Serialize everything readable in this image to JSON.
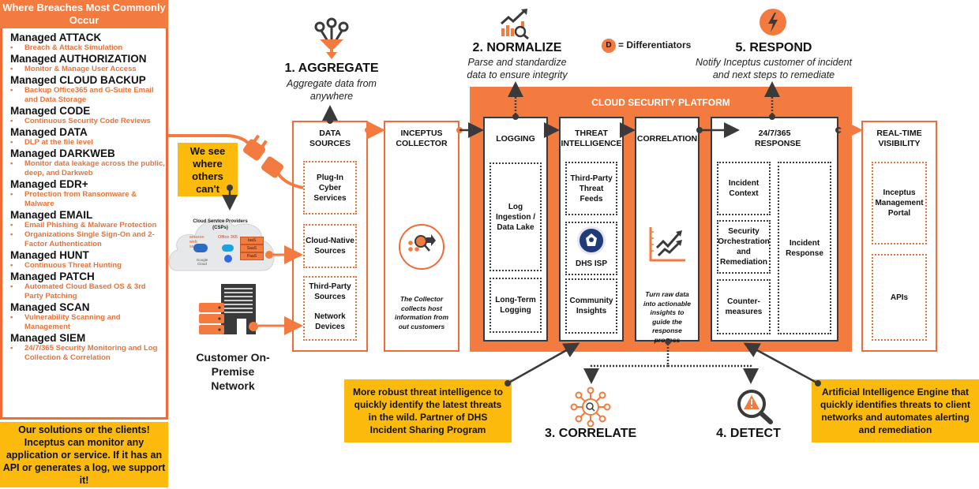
{
  "left_panel": {
    "header": "Where Breaches Most Commonly Occur",
    "services": [
      {
        "name": "Managed ATTACK",
        "bullets": [
          "Breach & Attack Simulation"
        ]
      },
      {
        "name": "Managed AUTHORIZATION",
        "bullets": [
          "Monitor & Manage User Access"
        ]
      },
      {
        "name": "Managed CLOUD BACKUP",
        "bullets": [
          "Backup Office365 and G-Suite Email and Data Storage"
        ]
      },
      {
        "name": "Managed CODE",
        "bullets": [
          "Continuous Security Code Reviews"
        ]
      },
      {
        "name": "Managed DATA",
        "bullets": [
          "DLP at the file level"
        ]
      },
      {
        "name": "Managed DARKWEB",
        "bullets": [
          "Monitor data leakage across the public, deep, and Darkweb"
        ]
      },
      {
        "name": "Managed EDR+",
        "bullets": [
          "Protection from Ransomware & Malware"
        ]
      },
      {
        "name": "Managed EMAIL",
        "bullets": [
          "Email Phishing & Malware Protection",
          "Organizations Single Sign-On and 2-Factor Authentication"
        ]
      },
      {
        "name": "Managed HUNT",
        "bullets": [
          "Continuous Threat Hunting"
        ]
      },
      {
        "name": "Managed PATCH",
        "bullets": [
          "Automated Cloud Based OS & 3rd Party Patching"
        ]
      },
      {
        "name": "Managed SCAN",
        "bullets": [
          "Vulnerability Scanning and Management"
        ]
      },
      {
        "name": "Managed SIEM",
        "bullets": [
          "24/7/365 Security Monitoring and Log Collection & Correlation"
        ]
      }
    ],
    "callout": "Our solutions or the clients! Inceptus can monitor any application or service. If it has an API or generates a log, we support it!"
  },
  "sources": {
    "we_see_callout": "We see where others can't",
    "cloud_title": "Cloud Service Providers (CSPs)",
    "cloud_logos": [
      "amazon web services",
      "Office 365",
      "Azure",
      "Salesforce",
      "Google Cloud",
      "kubernetes"
    ],
    "cloud_stack": [
      "IaaS",
      "SaaS",
      "PaaS"
    ],
    "on_premise_label": "Customer On-Premise Network"
  },
  "stages": {
    "aggregate": {
      "title": "1. AGGREGATE",
      "subtitle": "Aggregate data from anywhere"
    },
    "normalize": {
      "title": "2. NORMALIZE",
      "subtitle": "Parse and standardize data to ensure integrity"
    },
    "correlate": {
      "title": "3. CORRELATE"
    },
    "detect": {
      "title": "4. DETECT"
    },
    "respond": {
      "title": "5. RESPOND",
      "subtitle": "Notify Inceptus customer of incident and next steps to remediate"
    }
  },
  "legend": {
    "badge": "D",
    "label": "= Differentiators"
  },
  "data_sources": {
    "title": "DATA SOURCES",
    "items": [
      "Plug-In Cyber Services",
      "Cloud-Native Sources",
      "Third-Party Sources",
      "Network Devices"
    ]
  },
  "collector": {
    "title": "INCEPTUS COLLECTOR",
    "note": "The Collector collects host information from out customers"
  },
  "platform": {
    "title": "CLOUD SECURITY PLATFORM",
    "logging": {
      "title": "LOGGING",
      "items": [
        "Log Ingestion / Data Lake",
        "Long-Term Logging"
      ]
    },
    "threat_intel": {
      "title": "THREAT INTELLIGENCE",
      "items": [
        "Third-Party Threat Feeds",
        "DHS ISP",
        "Community Insights"
      ]
    },
    "correlation": {
      "title": "CORRELATION",
      "note": "Turn raw data into actionable insights to guide the response process"
    },
    "response": {
      "title": "24/7/365 RESPONSE",
      "items": [
        "Incident Context",
        "Security Orchestration and Remediation",
        "Counter-measures",
        "Incident Response"
      ]
    }
  },
  "visibility": {
    "title": "REAL-TIME VISIBILITY",
    "items": [
      "Inceptus Management Portal",
      "APIs"
    ]
  },
  "callouts": {
    "threat_intel": "More robust threat intelligence to quickly identify the latest threats in the wild. Partner of DHS Incident Sharing Program",
    "ai_engine": "Artificial Intelligence Engine that quickly identifies threats to client networks and automates alerting and remediation"
  },
  "colors": {
    "orange": "#F47B3F",
    "orange_border": "#F26B35",
    "yellow": "#FBBA0C",
    "dark": "#3a3a3a"
  }
}
